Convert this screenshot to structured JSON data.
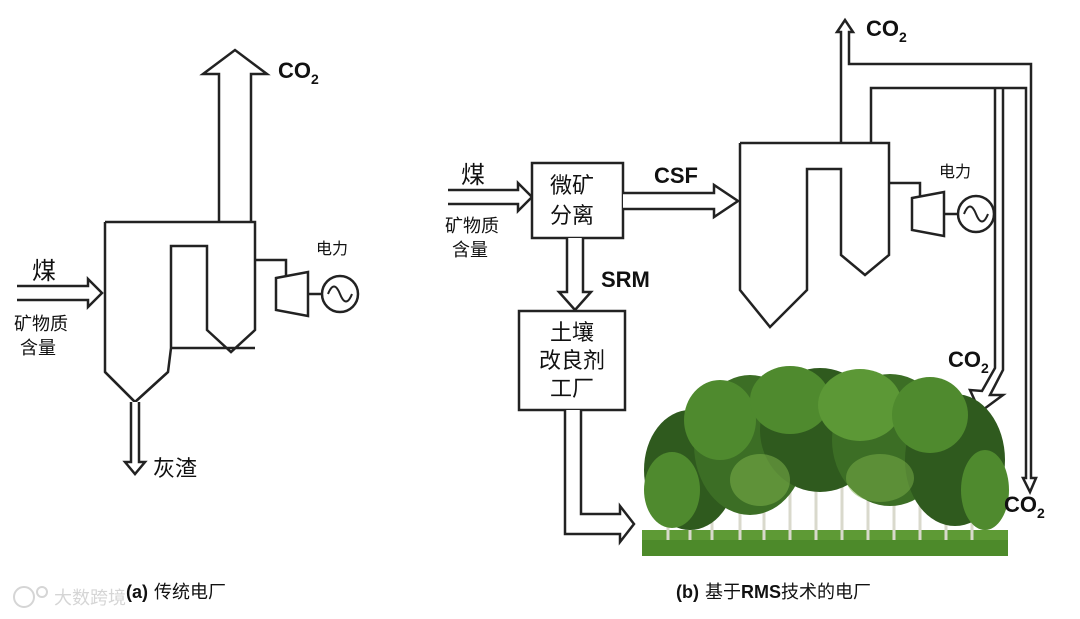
{
  "left": {
    "input_label": "煤",
    "mineral_line1": "矿物质",
    "mineral_line2": "含量",
    "co2": "CO",
    "co2_sub": "2",
    "power": "电力",
    "ash": "灰渣",
    "caption_tag": "(a)",
    "caption_text": "传统电厂"
  },
  "right": {
    "input_label": "煤",
    "mineral_line1": "矿物质",
    "mineral_line2": "含量",
    "separator_line1": "微矿",
    "separator_line2": "分离",
    "csf": "CSF",
    "srm": "SRM",
    "factory_line1": "土壤",
    "factory_line2": "改良剂",
    "factory_line3": "工厂",
    "power": "电力",
    "co2_top": "CO",
    "co2_top_sub": "2",
    "co2_mid": "CO",
    "co2_mid_sub": "2",
    "co2_bottom": "CO",
    "co2_bottom_sub": "2",
    "caption_tag": "(b)",
    "caption_text_1": "基于",
    "caption_text_bold": "RMS",
    "caption_text_2": "技术的电厂"
  },
  "watermark": "大数跨境",
  "colors": {
    "stroke": "#222222",
    "tree_dark": "#2f5a1e",
    "tree_mid": "#4f8a2e",
    "tree_light": "#7bb04a",
    "grass": "#5e9a35",
    "trunk": "#d9d9cc"
  }
}
